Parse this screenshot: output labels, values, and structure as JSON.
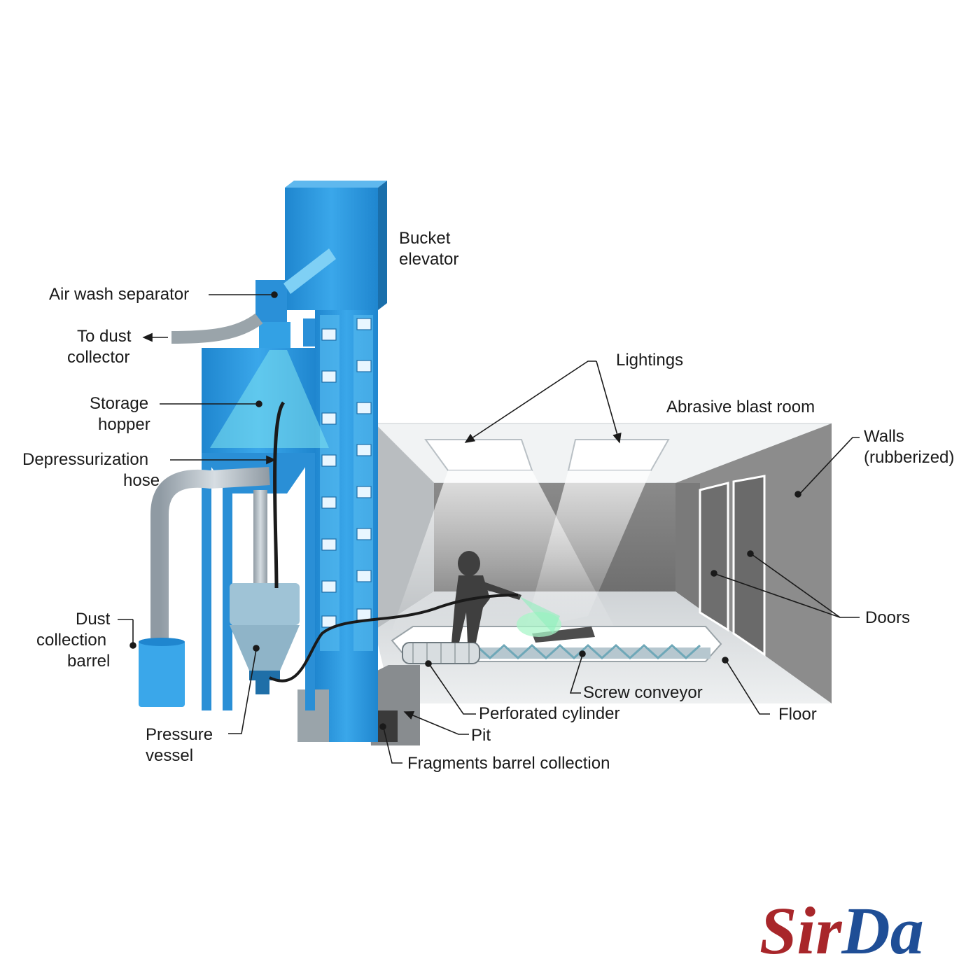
{
  "labels": {
    "bucket_elevator": [
      "Bucket",
      "elevator"
    ],
    "air_wash_separator": "Air wash separator",
    "to_dust_collector": [
      "To dust",
      "collector"
    ],
    "storage_hopper": [
      "Storage",
      "hopper"
    ],
    "depressurization_hose": [
      "Depressurization",
      "hose"
    ],
    "dust_collection_barrel": [
      "Dust",
      "collection",
      "barrel"
    ],
    "pressure_vessel": [
      "Pressure",
      "vessel"
    ],
    "lightings": "Lightings",
    "abrasive_blast_room": "Abrasive blast room",
    "walls": [
      "Walls",
      "(rubberized)"
    ],
    "doors": "Doors",
    "screw_conveyor": "Screw conveyor",
    "floor": "Floor",
    "perforated_cylinder": "Perforated cylinder",
    "pit": "Pit",
    "fragments_barrel_collection": "Fragments barrel collection"
  },
  "logo": {
    "part1": "Sir",
    "part2": "Da",
    "color1": "#a8262a",
    "color2": "#1f4e96"
  },
  "colors": {
    "equipment": "#2b9be0",
    "equipment_dark": "#1a7cc2",
    "room_wall": "#9a9a9a",
    "room_back": "#7e7e7e",
    "floor": "#d9dcde"
  }
}
